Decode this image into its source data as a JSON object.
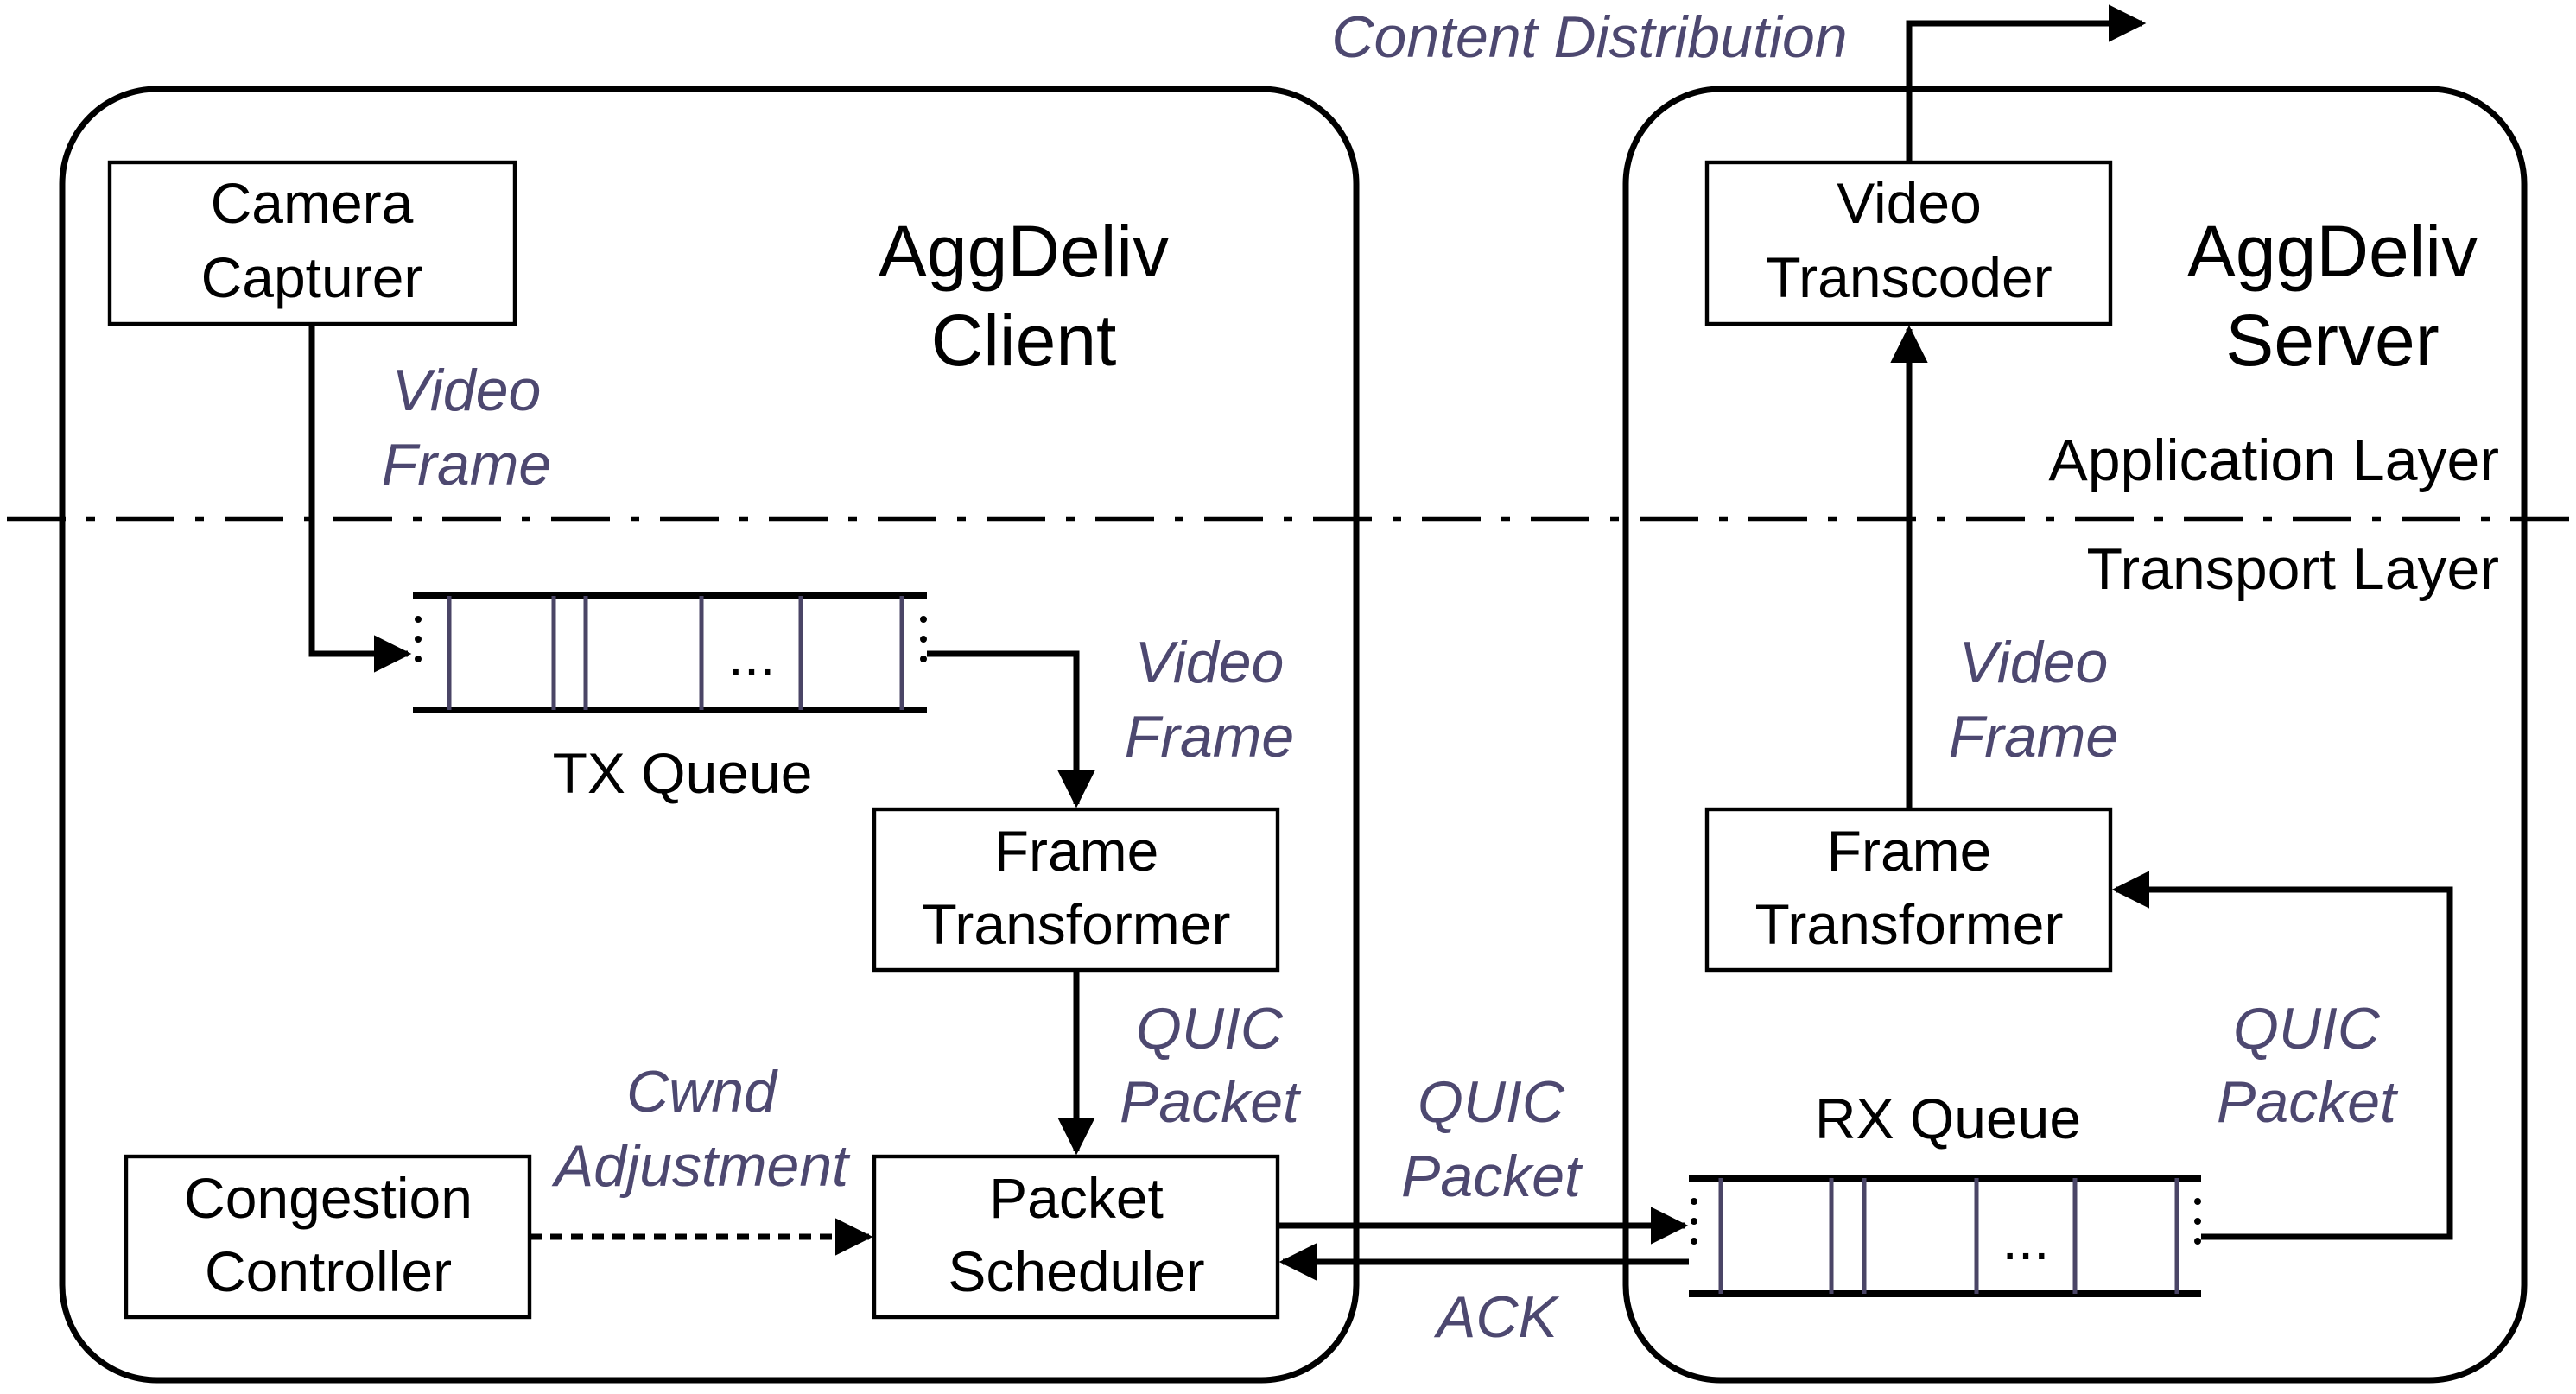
{
  "colors": {
    "label_purple": "#4d4870",
    "outline": "#000000",
    "queue_bar": "#4a4566"
  },
  "client": {
    "title": [
      "AggDeliv",
      "Client"
    ],
    "camera_capturer": [
      "Camera",
      "Capturer"
    ],
    "tx_queue": "TX Queue",
    "frame_transformer": [
      "Frame",
      "Transformer"
    ],
    "congestion_controller": [
      "Congestion",
      "Controller"
    ],
    "packet_scheduler": [
      "Packet",
      "Scheduler"
    ]
  },
  "server": {
    "title": [
      "AggDeliv",
      "Server"
    ],
    "video_transcoder": [
      "Video",
      "Transcoder"
    ],
    "frame_transformer": [
      "Frame",
      "Transformer"
    ],
    "rx_queue": "RX Queue"
  },
  "layers": {
    "application": "Application Layer",
    "transport": "Transport Layer"
  },
  "labels": {
    "content_distribution": "Content Distribution",
    "video_frame": [
      "Video",
      "Frame"
    ],
    "quic_packet": [
      "QUIC",
      "Packet"
    ],
    "cwnd_adjustment": [
      "Cwnd",
      "Adjustment"
    ],
    "ack": "ACK",
    "queue_ellipsis": "..."
  }
}
